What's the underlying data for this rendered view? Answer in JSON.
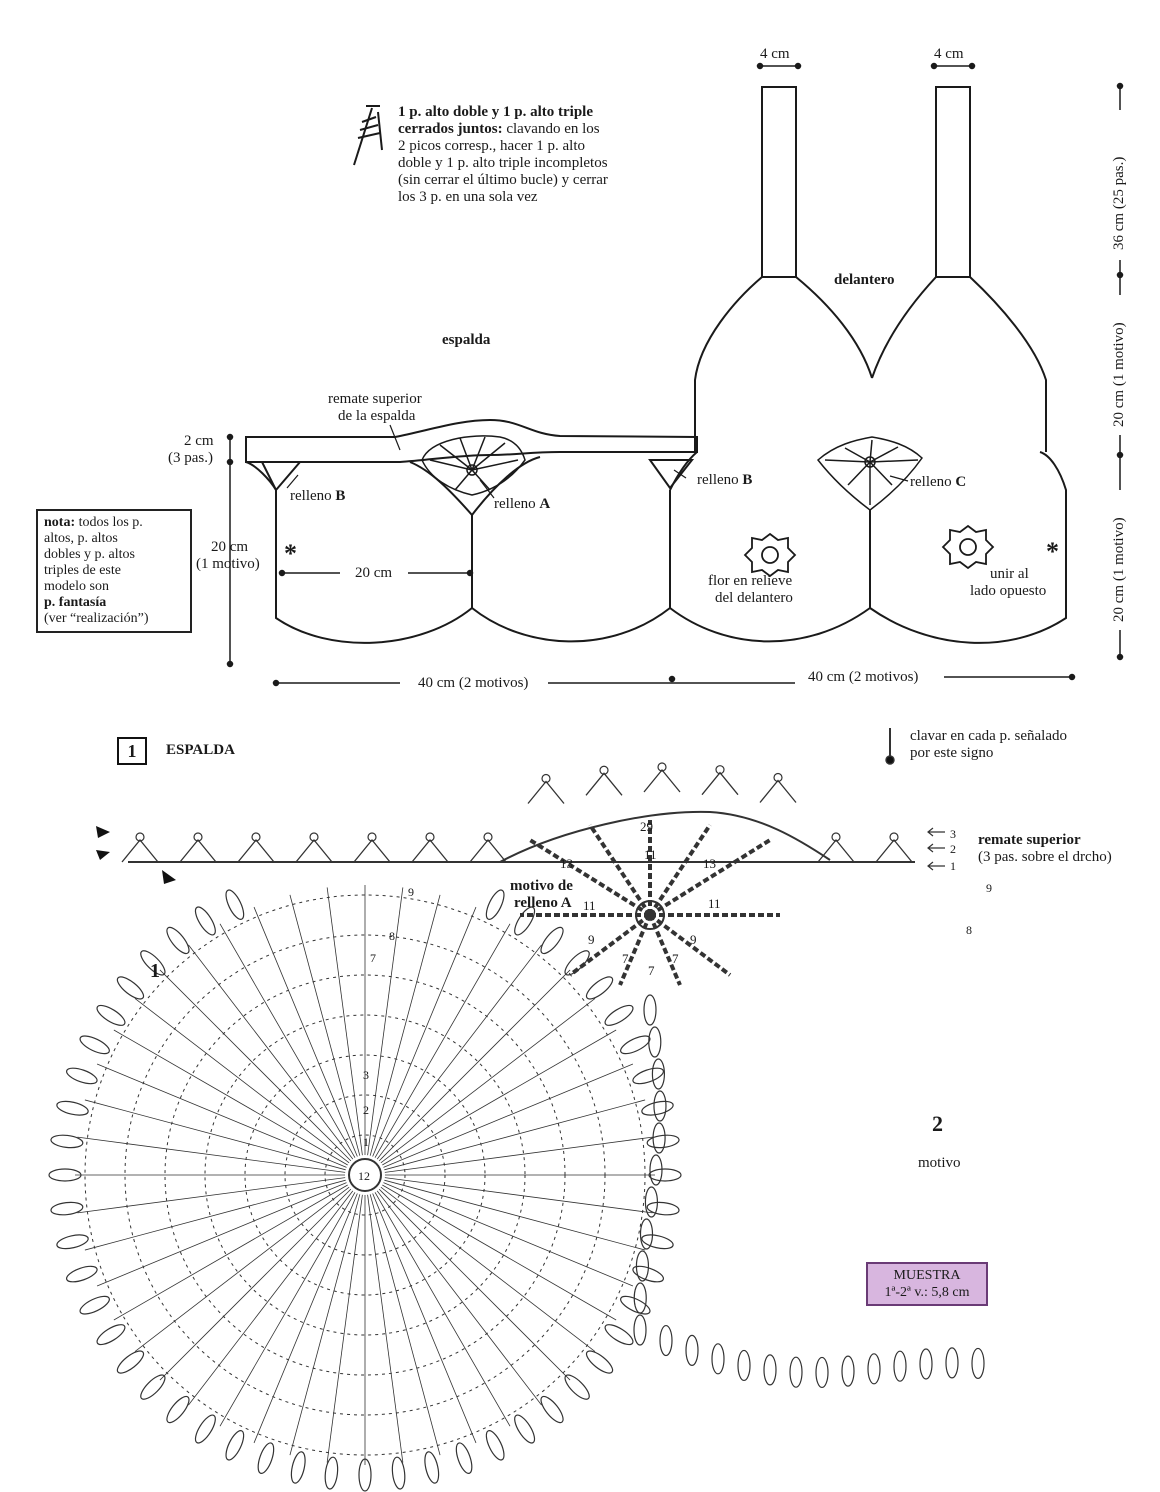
{
  "schematic": {
    "stitch_legend": {
      "line1": "1 p. alto doble y 1 p. alto triple",
      "line2_bold": "cerrados juntos:",
      "line2_rest": " clavando en los",
      "line3": "2 picos corresp., hacer 1 p. alto",
      "line4": "doble y 1 p. alto triple incompletos",
      "line5": "(sin cerrar el último bucle) y cerrar",
      "line6": "los 3 p. en una sola vez"
    },
    "strap_width_left": "4 cm",
    "strap_width_right": "4 cm",
    "label_espalda": "espalda",
    "label_delantero": "delantero",
    "remate_line1": "remate superior",
    "remate_line2": "de la espalda",
    "dim_2cm": "2 cm",
    "dim_3pas": "(3 pas.)",
    "dim_20cm": "20 cm",
    "dim_1motivo": "(1 motivo)",
    "dim_20cm_horiz": "20 cm",
    "relleno_b_1_text": "relleno ",
    "relleno_b_1_letter": "B",
    "relleno_a_text": "relleno ",
    "relleno_a_letter": "A",
    "relleno_b_2_text": "relleno ",
    "relleno_b_2_letter": "B",
    "relleno_c_text": "relleno ",
    "relleno_c_letter": "C",
    "flor_line1": "flor en relieve",
    "flor_line2": "del delantero",
    "unir_line1": "unir al",
    "unir_line2": "lado opuesto",
    "asterisk": "*",
    "bottom_dim_left": "40 cm (2 motivos)",
    "bottom_dim_right": "40 cm (2 motivos)",
    "right_dim_top": "36 cm (25 pas.)",
    "right_dim_mid": "20 cm (1 motivo)",
    "right_dim_bot": "20 cm (1 motivo)",
    "note": {
      "bold_lead": "nota:",
      "line1_rest": " todos los p.",
      "line2": "altos, p. altos",
      "line3": "dobles y p. altos",
      "line4": "triples de este",
      "line5": "modelo son",
      "line6_bold": "p. fantasía",
      "line7": "(ver “realización”)"
    }
  },
  "chart": {
    "section_number": "1",
    "section_title": "ESPALDA",
    "clavar_line1": "clavar en cada p. señalado",
    "clavar_line2": "por este signo",
    "remate_bold": "remate superior",
    "remate_note": "(3 pas. sobre el drcho)",
    "row_labels": [
      "3",
      "2",
      "1"
    ],
    "motivo_relleno_line1": "motivo de",
    "motivo_relleno_line2": "relleno A",
    "relleno_numbers": [
      "29",
      "13",
      "11",
      "13",
      "11",
      "11",
      "9",
      "9",
      "7",
      "7",
      "7"
    ],
    "motif1_number": "1",
    "motif1_center": "12",
    "round_numbers": [
      "9",
      "8",
      "7",
      "3",
      "2",
      "1"
    ],
    "right_numbers": [
      "9",
      "8"
    ],
    "motif2_number": "2",
    "motif2_label": "motivo",
    "muestra_line1": "MUESTRA",
    "muestra_line2": "1ª-2ª v.: 5,8 cm"
  }
}
